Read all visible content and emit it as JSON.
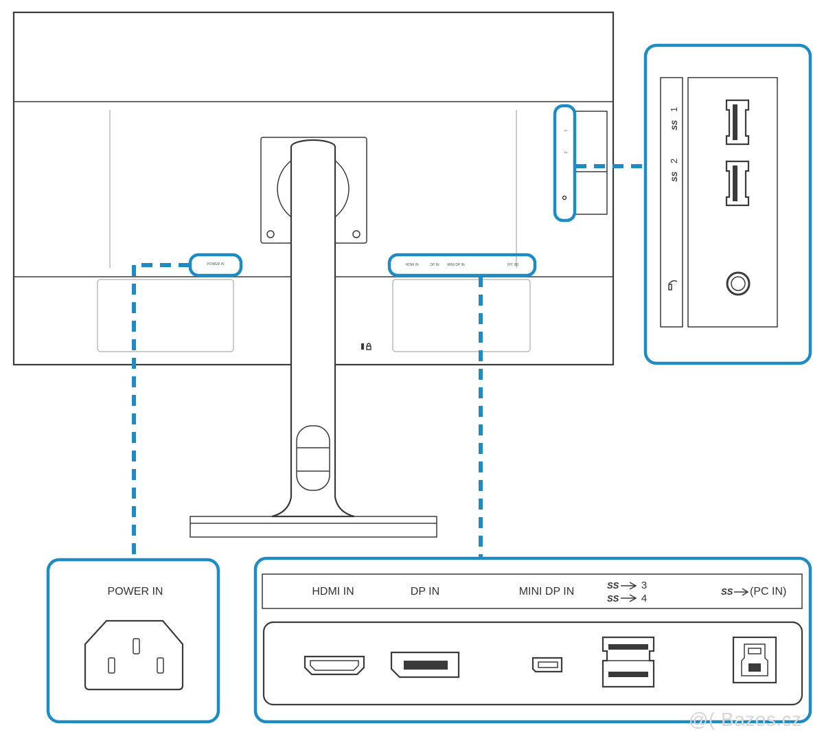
{
  "colors": {
    "outline": "#3a3a3a",
    "callout": "#1e8bc3",
    "watermark": "#d5d5d5"
  },
  "monitor_panel": {
    "small_labels": {
      "power_in": "POWER IN",
      "hdmi_in": "HDMI IN",
      "dp_in": "DP IN",
      "mini_dp_in": "MINI DP IN",
      "pc_in": "(PC IN)",
      "usb_1": "1",
      "usb_2": "2"
    },
    "lock_icon": "kensington-lock-icon"
  },
  "callout_power": {
    "label": "POWER IN",
    "icon": "iec-c14-power-socket-icon"
  },
  "callout_bottom": {
    "labels": {
      "hdmi_in": "HDMI IN",
      "dp_in": "DP IN",
      "mini_dp_in": "MINI DP IN",
      "usb_num_3": "3",
      "usb_num_4": "4",
      "pc_in": "(PC IN)"
    },
    "ss_logo": "SS",
    "icons": [
      "hdmi-port-icon",
      "displayport-icon",
      "mini-displayport-icon",
      "usb-a-double-port-icon",
      "usb-b-port-icon"
    ]
  },
  "callout_side": {
    "labels": {
      "usb_num_1": "1",
      "usb_num_2": "2"
    },
    "ss_logo": "SS",
    "icons": [
      "usb-a-port-icon",
      "usb-a-port-icon",
      "headphone-jack-icon",
      "headphone-icon"
    ]
  },
  "watermark": "@( Bazos.cz"
}
